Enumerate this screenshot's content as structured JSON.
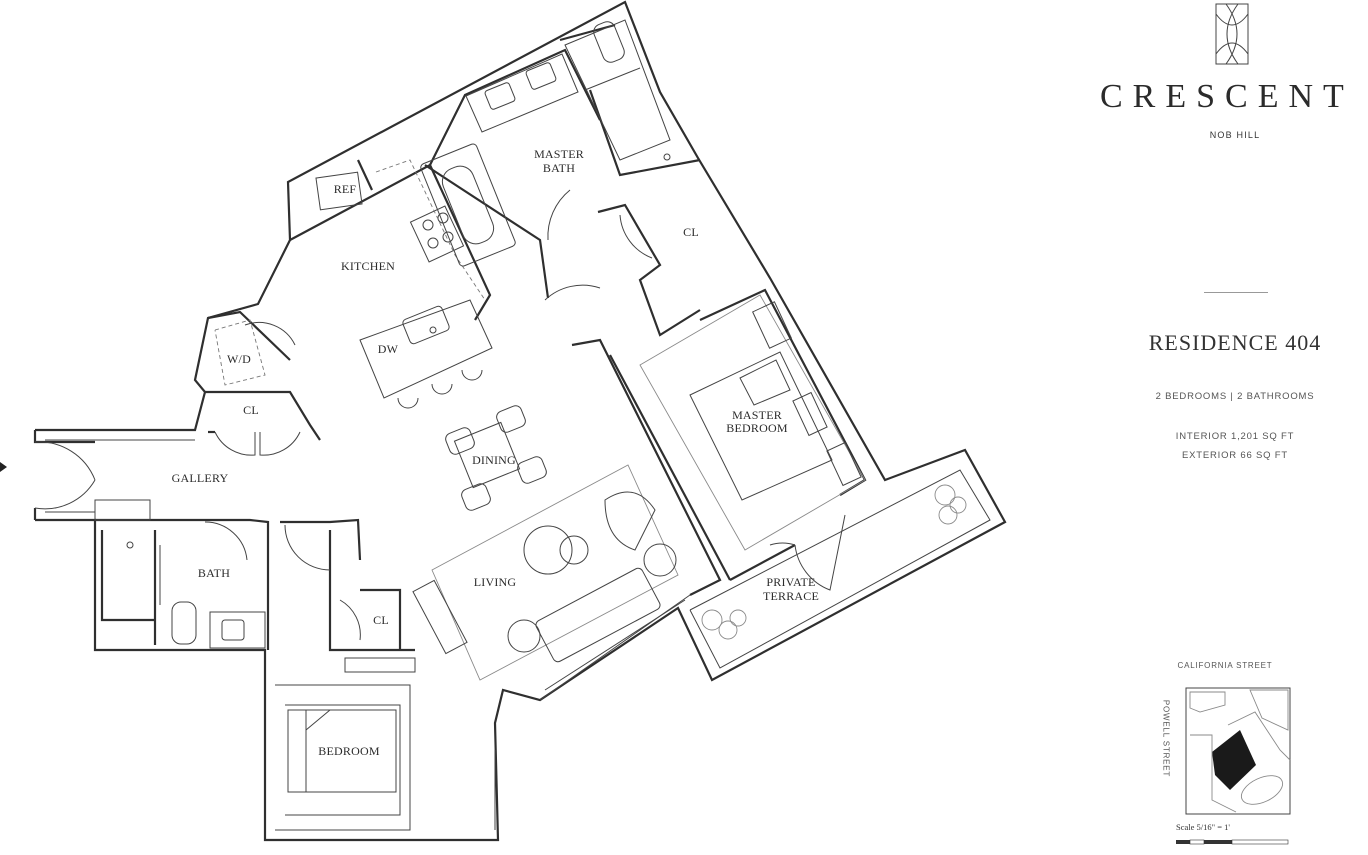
{
  "brand": {
    "name": "CRESCENT",
    "subtitle": "NOB HILL"
  },
  "residence": {
    "title": "RESIDENCE 404",
    "bedrooms_baths": "2 BEDROOMS | 2 BATHROOMS",
    "interior": "INTERIOR 1,201 SQ FT",
    "exterior": "EXTERIOR 66 SQ FT"
  },
  "rooms": {
    "ref": "REF",
    "kitchen": "KITCHEN",
    "master_bath_1": "MASTER",
    "master_bath_2": "BATH",
    "cl_master": "CL",
    "wd": "W/D",
    "dw": "DW",
    "cl_gallery": "CL",
    "gallery": "GALLERY",
    "dining": "DINING",
    "master_bedroom_1": "MASTER",
    "master_bedroom_2": "BEDROOM",
    "living": "LIVING",
    "private_terrace_1": "PRIVATE",
    "private_terrace_2": "TERRACE",
    "bath": "BATH",
    "cl_bedroom": "CL",
    "bedroom": "BEDROOM"
  },
  "keyplan": {
    "street_top": "CALIFORNIA STREET",
    "street_side": "POWELL STREET",
    "scale": "Scale 5/16\" = 1'"
  },
  "colors": {
    "line": "#2f2f2f",
    "text": "#2b2b2b",
    "unit_highlight": "#1a1a1a"
  }
}
